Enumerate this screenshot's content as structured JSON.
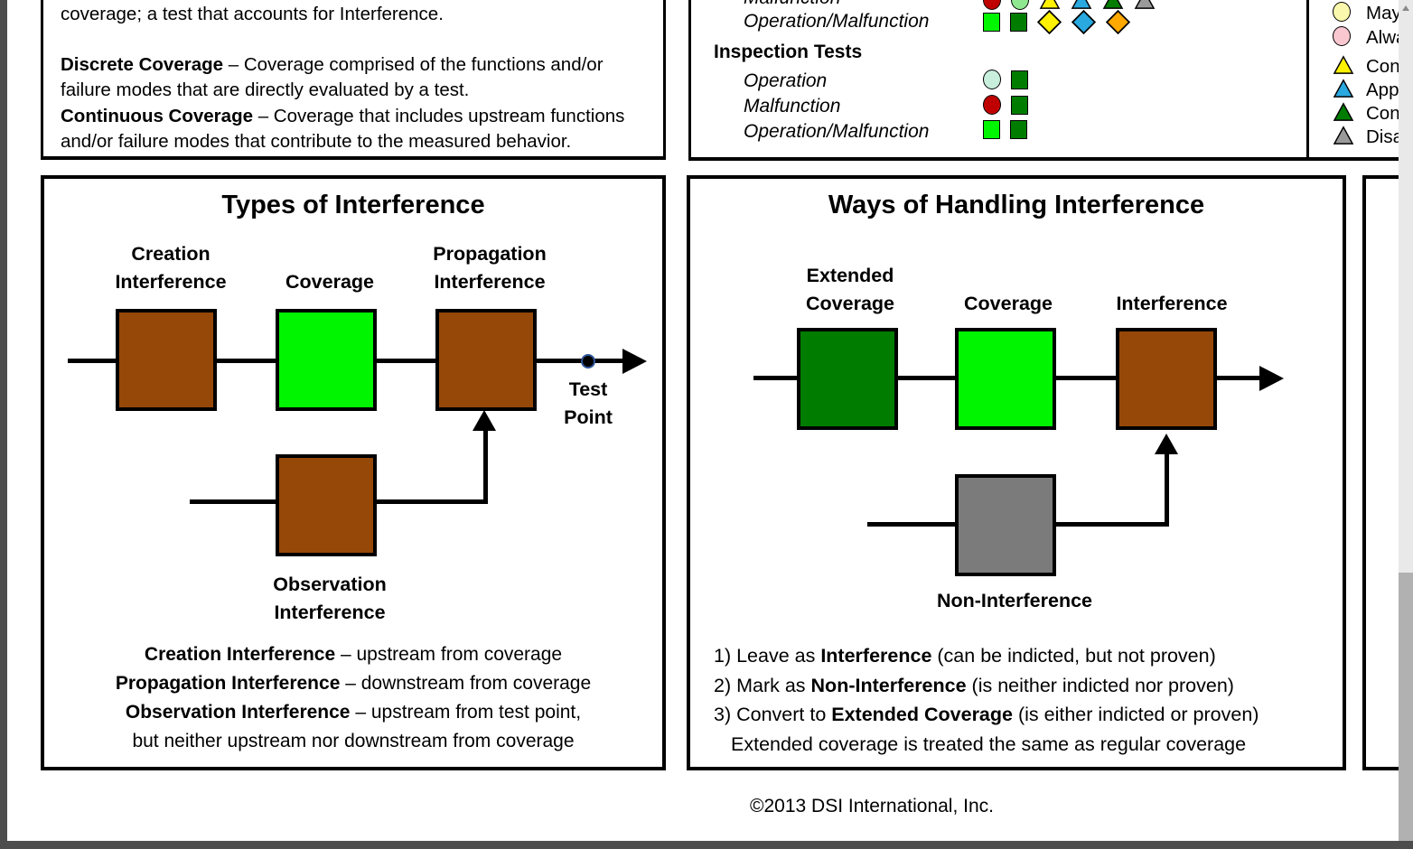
{
  "colors": {
    "frame": "#4D4D4D",
    "brown": "#964808",
    "bright_green": "#00F500",
    "dark_green": "#007D00",
    "gray_box": "#7B7B7B",
    "scroll_track": "#E9E9E9",
    "scroll_thumb": "#B1B1B1"
  },
  "icon_defs": {
    "red-circle": {
      "shape": "circle",
      "color": "#C00000"
    },
    "light-green-circle": {
      "shape": "circle",
      "color": "#8FE88F"
    },
    "mint-circle": {
      "shape": "circle",
      "color": "#C8EFDB"
    },
    "pale-yellow-circle": {
      "shape": "circle",
      "color": "#FAF8AC"
    },
    "pink-circle": {
      "shape": "circle",
      "color": "#F9C7CF"
    },
    "bright-green-square": {
      "shape": "square",
      "color": "#00F500"
    },
    "dark-green-square": {
      "shape": "square",
      "color": "#007D00"
    },
    "yellow-diamond": {
      "shape": "diamond",
      "color": "#FFF100"
    },
    "blue-diamond": {
      "shape": "diamond",
      "color": "#29A9E0"
    },
    "orange-diamond": {
      "shape": "diamond",
      "color": "#FFA800"
    },
    "yellow-triangle": {
      "shape": "triangle",
      "color": "#FFF100"
    },
    "blue-triangle": {
      "shape": "triangle",
      "color": "#29A9E0"
    },
    "dark-green-triangle": {
      "shape": "triangle",
      "color": "#007D00"
    },
    "gray-triangle": {
      "shape": "triangle",
      "color": "#9A9A9A"
    }
  },
  "definitions_panel": {
    "intro": "coverage; a test that accounts for Interference.",
    "entries": [
      {
        "term": "Discrete Coverage",
        "text": " – Coverage comprised of the functions and/or failure modes that are directly evaluated by a test."
      },
      {
        "term": "Continuous Coverage",
        "text": " – Coverage that includes upstream functions and/or failure modes that contribute to the measured behavior."
      }
    ]
  },
  "tests_panel": {
    "clipped_row": {
      "label": "Malfunction",
      "icons": [
        "red-circle",
        "light-green-circle",
        "yellow-triangle",
        "blue-triangle",
        "dark-green-triangle",
        "gray-triangle"
      ]
    },
    "op_mal_row": {
      "label": "Operation/Malfunction",
      "icons": [
        "bright-green-square",
        "dark-green-square",
        "yellow-diamond",
        "blue-diamond",
        "orange-diamond"
      ]
    },
    "section_heading": "Inspection Tests",
    "rows": [
      {
        "label": "Operation",
        "icons": [
          "mint-circle",
          "dark-green-square"
        ]
      },
      {
        "label": "Malfunction",
        "icons": [
          "red-circle",
          "dark-green-square"
        ]
      },
      {
        "label": "Operation/Malfunction",
        "icons": [
          "bright-green-square",
          "dark-green-square"
        ]
      }
    ]
  },
  "legend_panel": {
    "items": [
      {
        "icons": [
          "pale-yellow-circle"
        ],
        "label": "May"
      },
      {
        "icons": [
          "pink-circle"
        ],
        "label": "Alwa"
      },
      {
        "icons": [
          "yellow-triangle"
        ],
        "label": "Contr"
      },
      {
        "icons": [
          "blue-triangle"
        ],
        "label": "Apply"
      },
      {
        "icons": [
          "dark-green-triangle"
        ],
        "label": "Conv"
      },
      {
        "icons": [
          "gray-triangle"
        ],
        "label": "Disab"
      }
    ]
  },
  "types_panel": {
    "title": "Types of Interference",
    "creation_label": [
      "Creation",
      "Interference"
    ],
    "coverage_label": "Coverage",
    "propagation_label": [
      "Propagation",
      "Interference"
    ],
    "test_point_label": [
      "Test",
      "Point"
    ],
    "observation_label": [
      "Observation",
      "Interference"
    ],
    "definitions": [
      {
        "term": "Creation Interference",
        "text": " – upstream from coverage"
      },
      {
        "term": "Propagation Interference",
        "text": " – downstream from coverage"
      },
      {
        "term": "Observation Interference",
        "text": " – upstream from test point,"
      }
    ],
    "definitions_note": "but neither upstream nor downstream from coverage"
  },
  "handling_panel": {
    "title": "Ways of Handling Interference",
    "extended_label": [
      "Extended",
      "Coverage"
    ],
    "coverage_label": "Coverage",
    "interference_label": "Interference",
    "noninterference_label": "Non-Interference",
    "options": [
      {
        "pre": "1) Leave as ",
        "term": "Interference",
        "post": " (can be indicted, but not proven)"
      },
      {
        "pre": "2) Mark as ",
        "term": "Non-Interference",
        "post": " (is neither indicted nor proven)"
      },
      {
        "pre": "3) Convert to ",
        "term": "Extended Coverage",
        "post": " (is either indicted or proven)"
      }
    ],
    "options_note": "Extended coverage is treated the same as regular coverage"
  },
  "footer": {
    "copyright": "©2013 DSI International, Inc."
  }
}
